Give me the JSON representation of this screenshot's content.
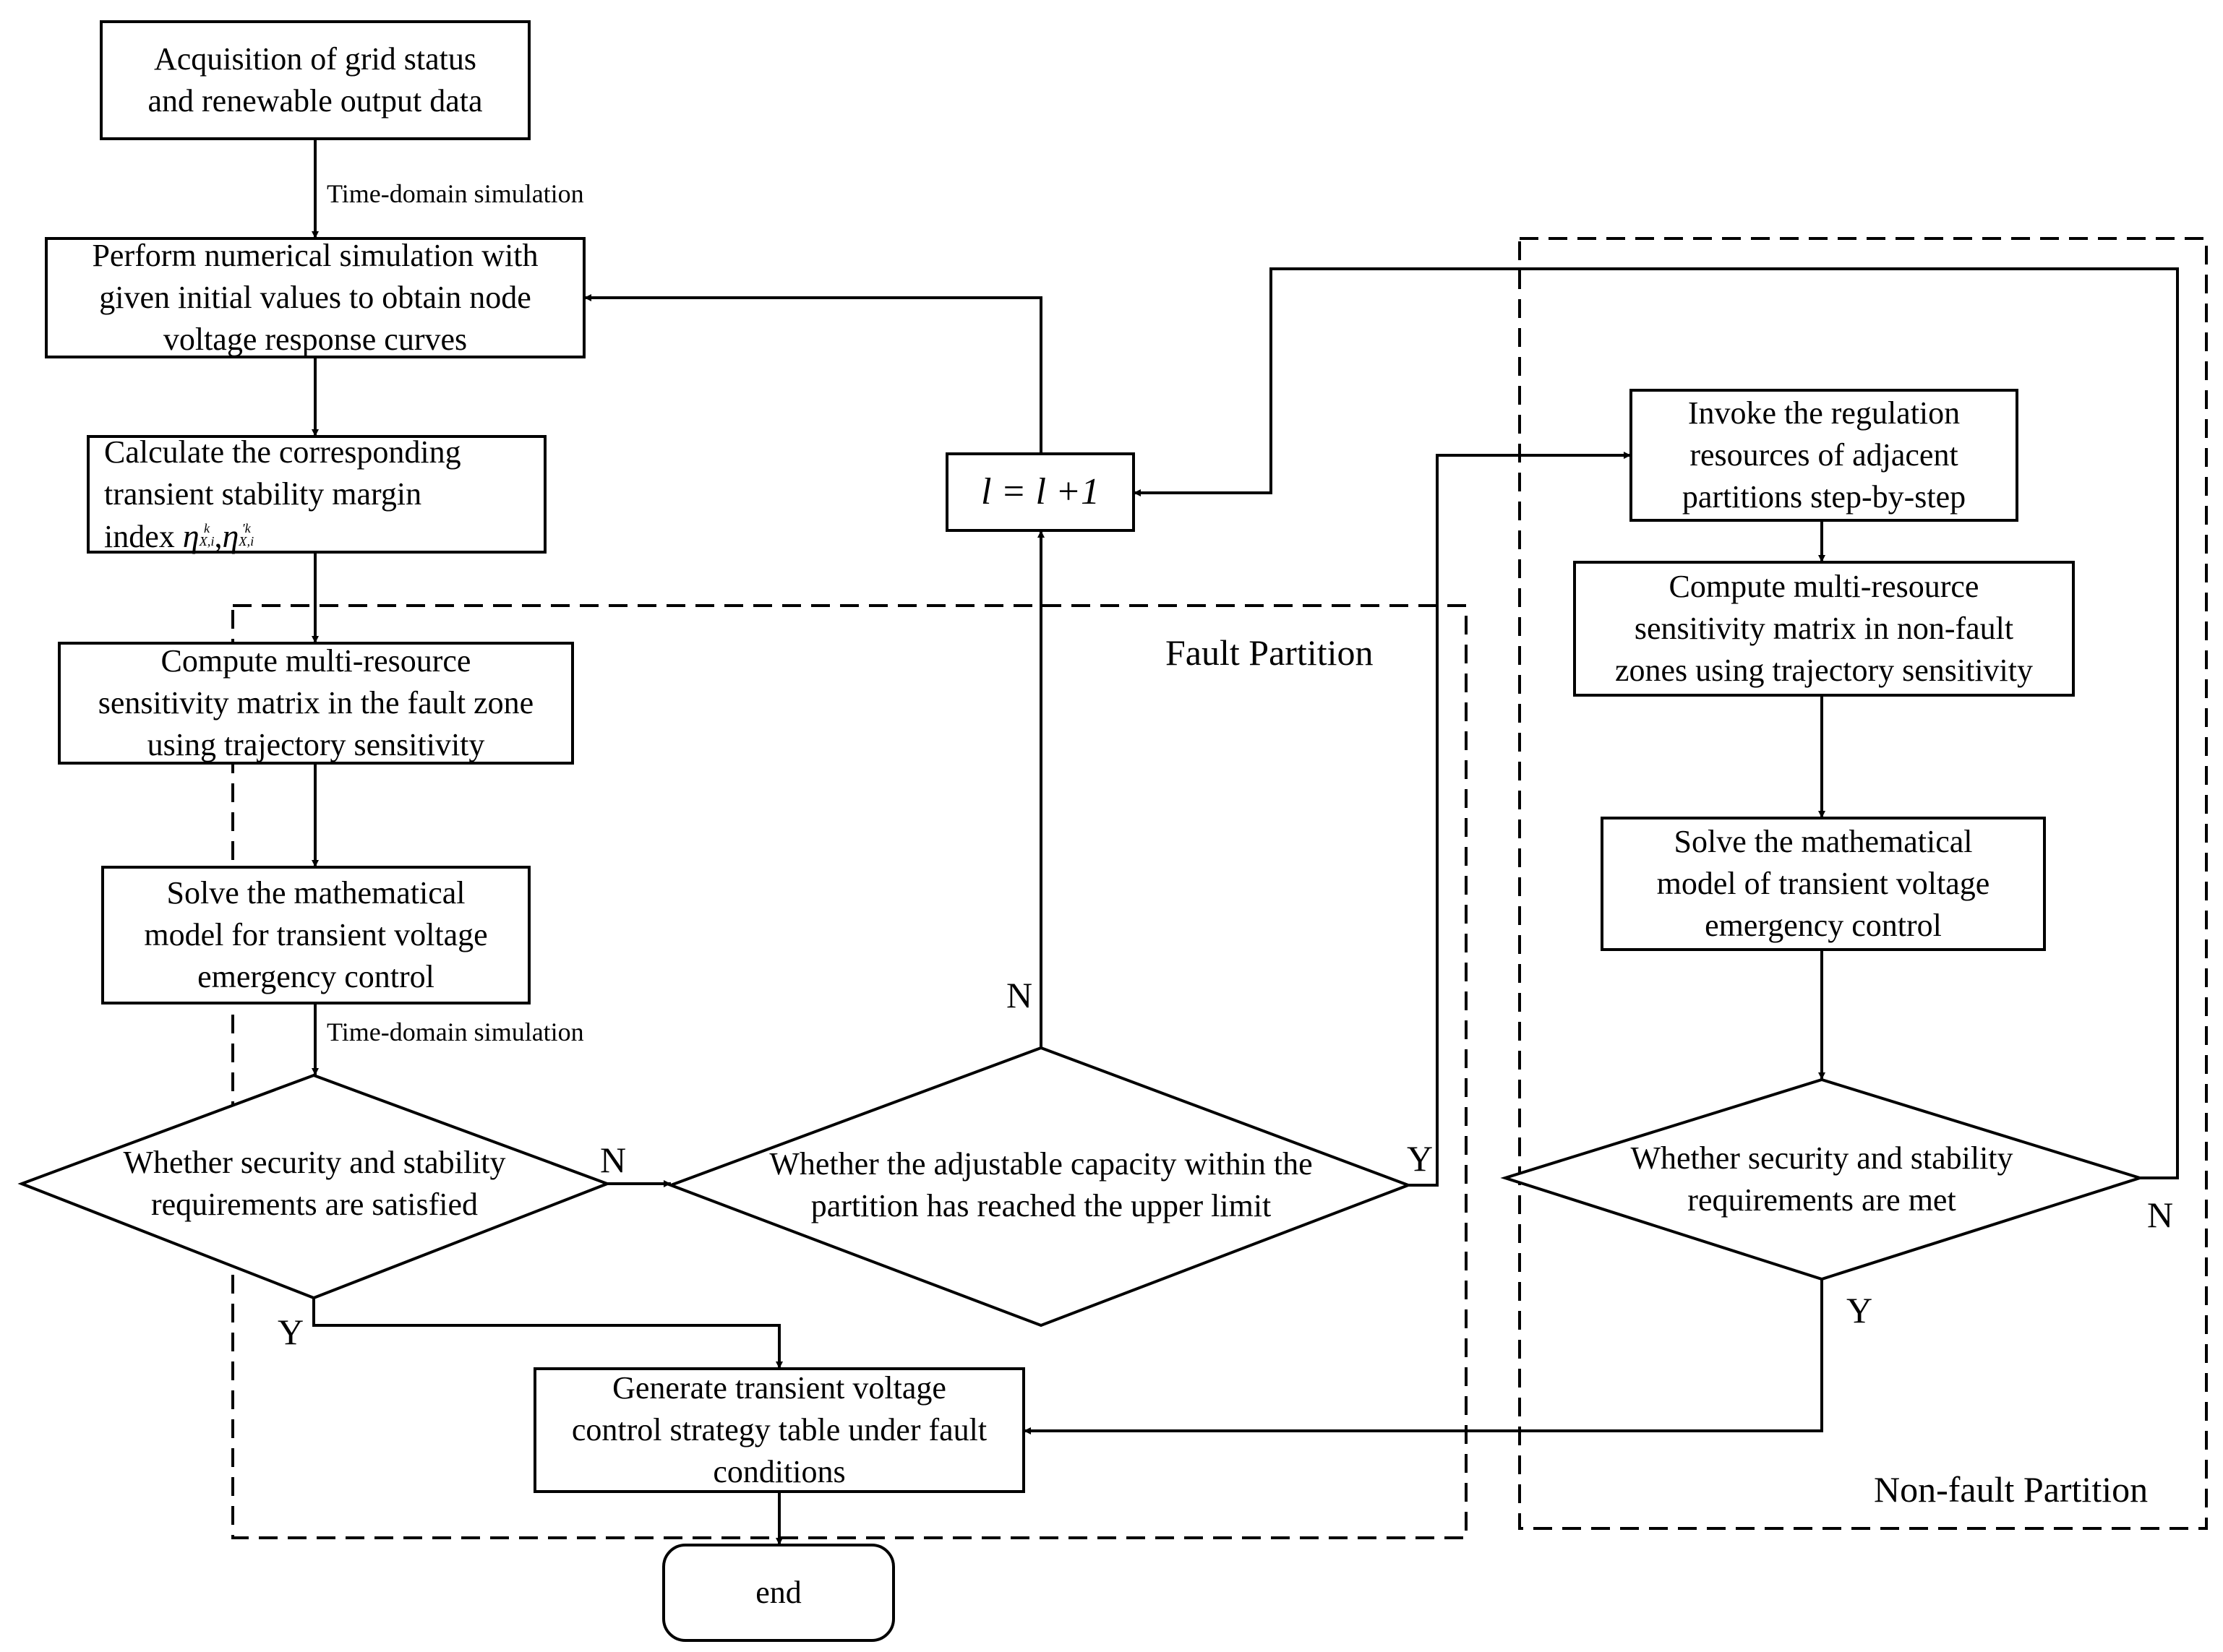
{
  "nodes": {
    "acquire": [
      "Acquisition of grid status",
      "and renewable output data"
    ],
    "simulate": [
      "Perform numerical simulation with",
      "given initial values to obtain node",
      "voltage response curves"
    ],
    "margin": [
      "Calculate the corresponding",
      "transient stability margin"
    ],
    "margin_index_prefix": "index",
    "margin_symbol_1": "η",
    "margin_sup_1": "k",
    "margin_sub_1": "X,i",
    "margin_sep": ",",
    "margin_symbol_2": "η",
    "margin_sup_2": "′k",
    "margin_sub_2": "X,i",
    "fault_sens": [
      "Compute multi-resource",
      "sensitivity matrix in the fault zone",
      "using trajectory sensitivity"
    ],
    "fault_solve": [
      "Solve the mathematical",
      "model for transient voltage",
      "emergency control"
    ],
    "fault_check": [
      "Whether security and stability",
      "requirements are satisfied"
    ],
    "capacity_check": [
      "Whether the adjustable capacity within the",
      "partition has reached the upper limit"
    ],
    "increment": "l = l +1",
    "invoke": [
      "Invoke the regulation",
      "resources of adjacent",
      "partitions step-by-step"
    ],
    "nonfault_sens": [
      "Compute multi-resource",
      "sensitivity matrix in non-fault",
      "zones using trajectory sensitivity"
    ],
    "nonfault_solve": [
      "Solve the mathematical",
      "model of transient voltage",
      "emergency control"
    ],
    "nonfault_check": [
      "Whether security and stability",
      "requirements are met"
    ],
    "generate": [
      "Generate transient voltage",
      "control strategy table under fault",
      "conditions"
    ],
    "end": "end"
  },
  "edge_labels": {
    "tds_1": "Time-domain simulation",
    "tds_2": "Time-domain simulation",
    "fault_check_no": "N",
    "fault_check_yes": "Y",
    "capacity_no": "N",
    "capacity_yes": "Y",
    "nonfault_no": "N",
    "nonfault_yes": "Y"
  },
  "regions": {
    "fault": "Fault Partition",
    "nonfault": "Non-fault Partition"
  }
}
